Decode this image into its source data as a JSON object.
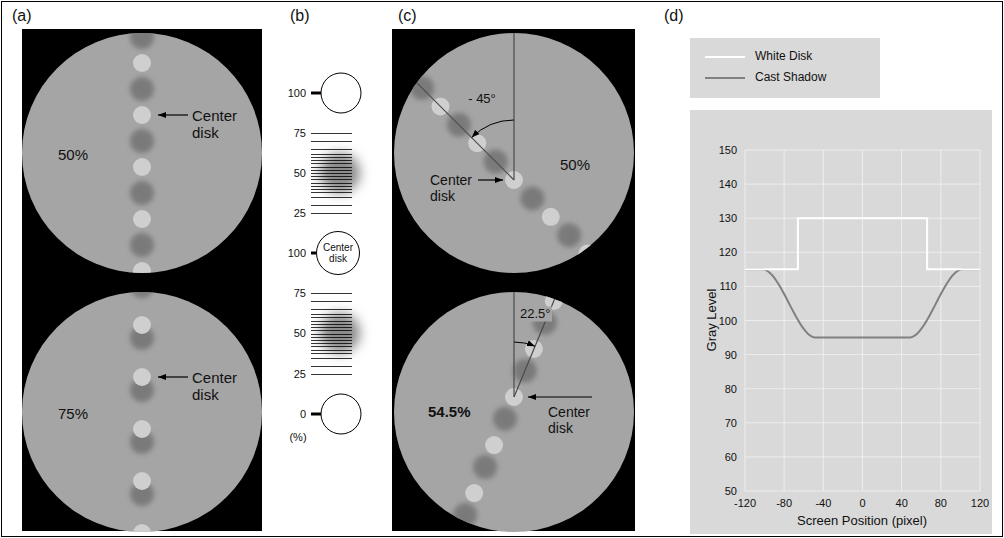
{
  "diagram": {
    "nodes": [
      {
        "text": [
          "Center disk"
        ]
      }
    ],
    "labels": [
      "(a)",
      "(b)",
      "(c)",
      "(d)",
      "50%",
      "Center disk",
      "75%",
      "Center disk",
      "100",
      "75",
      "50",
      "25",
      "100",
      "75",
      "50",
      "25",
      "0",
      "(%)",
      "- 45°",
      "Center disk",
      "50%",
      "22.5°",
      "54.5%",
      "Center disk",
      "150",
      "140",
      "130",
      "120",
      "110",
      "100",
      "90",
      "80",
      "70",
      "60",
      "50",
      "-120",
      "-80",
      "-40",
      "0",
      "40",
      "80",
      "120",
      "Gray Level",
      "Screen Position (pixel)"
    ],
    "legend": [
      {
        "text": "White Disk"
      },
      {
        "text": "Cast Shadow"
      }
    ]
  }
}
